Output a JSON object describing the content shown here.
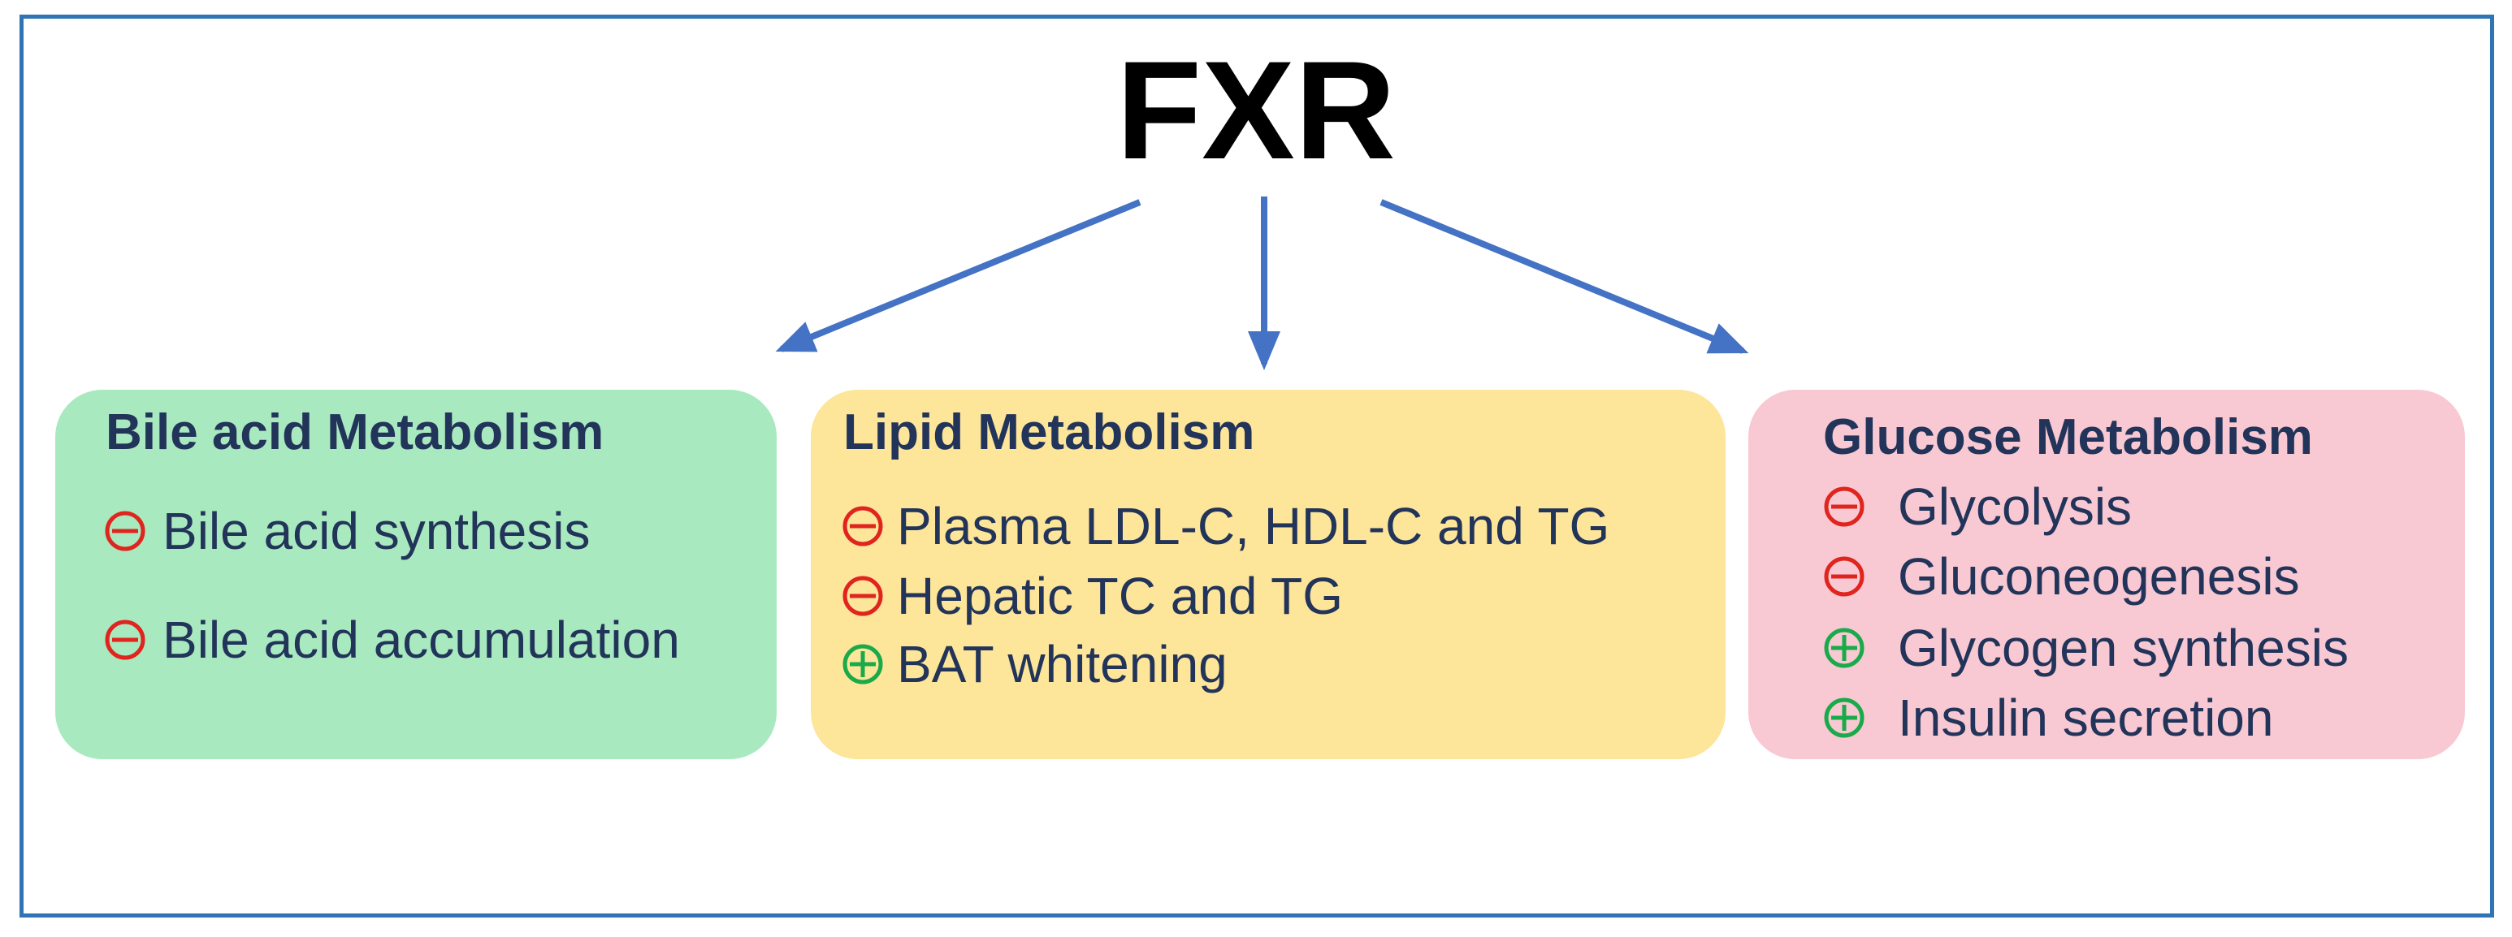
{
  "title": "FXR",
  "colors": {
    "frame": "#2f74b5",
    "arrow": "#4472c4",
    "title": "#000000",
    "text": "#223459",
    "inhibit": "#e0241e",
    "promote": "#1aaa4a"
  },
  "boxes": [
    {
      "id": "bile",
      "title": "Bile acid Metabolism",
      "color": "#a9e9bf",
      "items": [
        {
          "sign": "minus",
          "sign_icon": "minus-circle-icon",
          "text": "Bile acid synthesis"
        },
        {
          "sign": "minus",
          "sign_icon": "minus-circle-icon",
          "text": "Bile acid accumulation"
        }
      ]
    },
    {
      "id": "lipid",
      "title": "Lipid Metabolism",
      "color": "#fde59a",
      "items": [
        {
          "sign": "minus",
          "sign_icon": "minus-circle-icon",
          "text": "Plasma LDL-C, HDL-C and TG"
        },
        {
          "sign": "minus",
          "sign_icon": "minus-circle-icon",
          "text": "Hepatic TC and TG"
        },
        {
          "sign": "plus",
          "sign_icon": "plus-circle-icon",
          "text": "BAT whitening"
        }
      ]
    },
    {
      "id": "glucose",
      "title": "Glucose Metabolism",
      "color": "#f8c9d3",
      "items": [
        {
          "sign": "minus",
          "sign_icon": "minus-circle-icon",
          "text": "Glycolysis"
        },
        {
          "sign": "minus",
          "sign_icon": "minus-circle-icon",
          "text": "Gluconeogenesis"
        },
        {
          "sign": "plus",
          "sign_icon": "plus-circle-icon",
          "text": "Glycogen synthesis"
        },
        {
          "sign": "plus",
          "sign_icon": "plus-circle-icon",
          "text": "Insulin secretion"
        }
      ]
    }
  ]
}
